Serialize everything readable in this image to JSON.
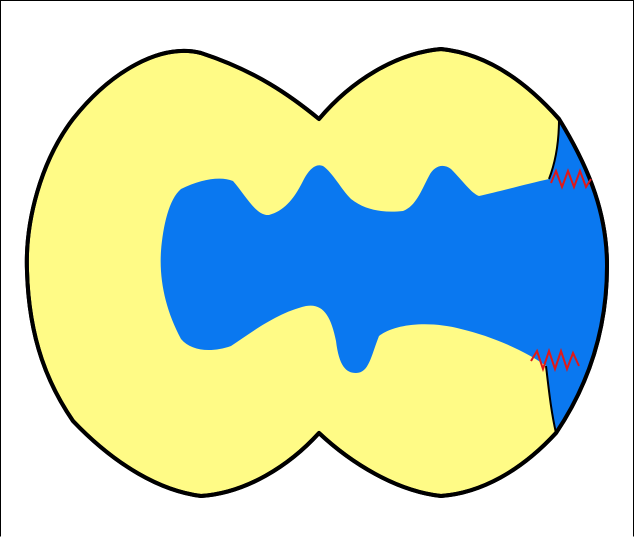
{
  "figure": {
    "type": "cross-section diagram",
    "regions": [
      {
        "name": "outer-region",
        "fill": "#fffb86"
      },
      {
        "name": "inner-region",
        "fill": "#0a78f0"
      }
    ],
    "outline_color": "#000000",
    "spring_color": "#e01818",
    "springs": [
      {
        "name": "upper-spring"
      },
      {
        "name": "lower-spring"
      }
    ]
  }
}
